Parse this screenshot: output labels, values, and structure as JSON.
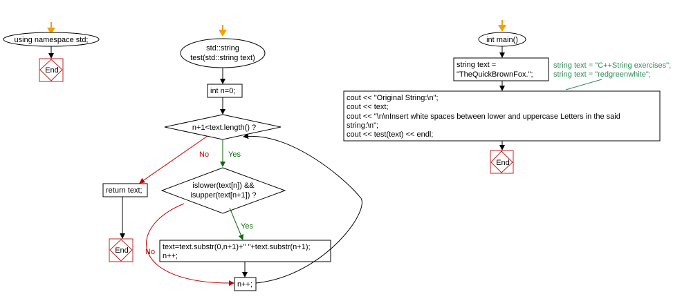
{
  "left": {
    "start_text": "using namespace std;",
    "end_text": "End"
  },
  "middle": {
    "func_line1": "std::string",
    "func_line2": "test(std::string text)",
    "init": "int n=0;",
    "cond1": "n+1<text.length() ?",
    "cond2_line1": "islower(text[n]) &&",
    "cond2_line2": "isupper(text[n+1]) ?",
    "yes1": "Yes",
    "no1": "No",
    "yes2": "Yes",
    "no2": "No",
    "return_text": "return text;",
    "end_text": "End",
    "assign_line1": "text=text.substr(0,n+1)+\" \"+text.substr(n+1);",
    "assign_line2": "n++;",
    "incr": "n++;"
  },
  "right": {
    "main": "int main()",
    "decl_line1": "string text =",
    "decl_line2": "\"TheQuickBrownFox.\";",
    "note_line1": "string text = \"C++String exercises\";",
    "note_line2": "string text = \"redgreenwhite\";",
    "cout_line1": "cout << \"Original String:\\n\";",
    "cout_line2": "cout << text;",
    "cout_line3": "cout << \"\\n\\nInsert white spaces between lower and uppercase Letters in the said",
    "cout_line4": "string:\\n\";",
    "cout_line5": "cout << test(text) << endl;",
    "end_text": "End"
  },
  "colors": {
    "entry_arrow": "#f5a000",
    "yes": "#0a6a0a",
    "no": "#c00000",
    "end_border": "#c02020",
    "note": "#2e8b57"
  }
}
